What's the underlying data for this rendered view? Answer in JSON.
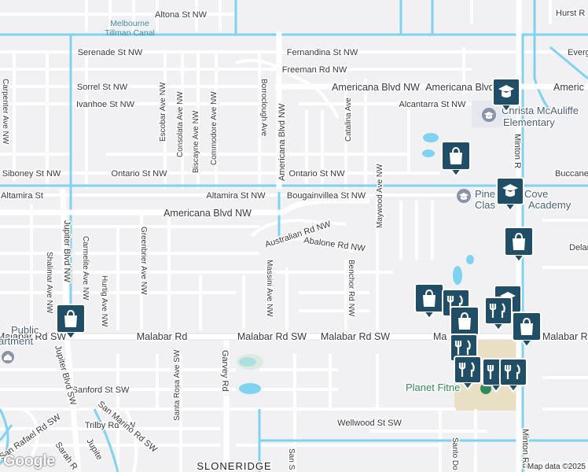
{
  "map": {
    "attribution": "Map data ©2025",
    "logo": "Google",
    "colors": {
      "background": "#f1f1f4",
      "road": "#ffffff",
      "road_outline": "#d9dbe2",
      "water": "#7fd3f0",
      "park": "#cfe8d6",
      "highlight_area": "#e3d9b8",
      "pin": "#1f4e66"
    },
    "street_labels": [
      "Altona St NW",
      "Melbourne",
      "Tillman Canal",
      "Hurst R",
      "Serenade St NW",
      "Fernandina St NW",
      "Everg",
      "Freeman Rd NW",
      "Sorrel St NW",
      "Americana Blvd NW",
      "Americana Blvd",
      "Americ",
      "Ivanhoe St NW",
      "Alcantarra St NW",
      "Siboney St NW",
      "Ontario St NW",
      "Ontario St NW",
      "Buccane",
      "Altamira St",
      "Altamira St NW",
      "Bougainvillea St NW",
      "Americana Blvd NW",
      "Australian Rd NW",
      "Abalone Rd NW",
      "Delancey S",
      "Malabar Rd",
      "Malabar Rd SW",
      "Malabar Rd SW",
      "Malabar Rd SW",
      "Ma",
      "Malabar Rd SE",
      "Sanford St SW",
      "Wellwood St SW",
      "Trilby Rd SW",
      "San Rafael Rd SW",
      "San Marino Rd SW",
      "SLONERIDGE",
      "Carpenter Ave NW",
      "Escobar Ave NW",
      "Consolata Ave NW",
      "Biscayne Ave NW",
      "Commodore Ave NW",
      "Borroclough Ave",
      "Americana Blvd NW",
      "Catalina Ave",
      "Shalimar Ave NW",
      "Jupiter Blvd NW",
      "Carmelite Ave NW",
      "Hurtig Ave NW",
      "Greenbrier Ave NW",
      "Massini Ave NW",
      "Benchor Rd NW",
      "Maywood Ave NW",
      "Garvey Rd",
      "Santa Rosa Ave SW",
      "Jupiter Blvd SW",
      "Jupite",
      "Sarah R",
      "San S",
      "Santo Do",
      "Minton R",
      "Minton Rd"
    ],
    "places": {
      "school_1": "Christa McAuliffe Elementary",
      "school_1_line1": "Christa McAuliffe",
      "school_1_line2": "Elementary",
      "school_2": "Pineapple Cove Classical Academy",
      "school_2_line1": "Pine",
      "school_2_line1b": "Cove",
      "school_2_line2": "Clas",
      "school_2_line2b": "Academy",
      "library_line1": "Public",
      "library_line2": "artment",
      "gym": "Planet Fitne"
    },
    "markers": [
      {
        "name": "school-marker",
        "icon": "graduation-cap-icon"
      },
      {
        "name": "school-marker",
        "icon": "graduation-cap-icon"
      },
      {
        "name": "shopping-marker",
        "icon": "shopping-bag-icon"
      },
      {
        "name": "shopping-marker",
        "icon": "shopping-bag-icon"
      },
      {
        "name": "shopping-marker",
        "icon": "shopping-bag-icon"
      },
      {
        "name": "shopping-marker",
        "icon": "shopping-bag-icon"
      },
      {
        "name": "shopping-marker",
        "icon": "shopping-bag-icon"
      },
      {
        "name": "shopping-marker",
        "icon": "shopping-bag-icon"
      },
      {
        "name": "restaurant-marker",
        "icon": "fork-knife-icon"
      },
      {
        "name": "restaurant-marker",
        "icon": "fork-knife-icon"
      },
      {
        "name": "restaurant-marker",
        "icon": "fork-knife-icon"
      },
      {
        "name": "restaurant-marker",
        "icon": "fork-knife-icon"
      },
      {
        "name": "restaurant-marker",
        "icon": "fork-knife-icon"
      },
      {
        "name": "restaurant-marker",
        "icon": "fork-knife-icon"
      },
      {
        "name": "restaurant-marker",
        "icon": "fork-knife-icon"
      }
    ]
  }
}
